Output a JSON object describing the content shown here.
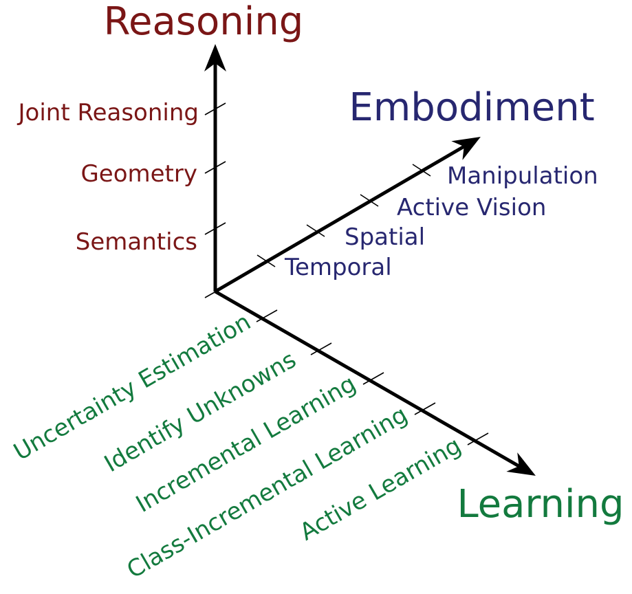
{
  "colors": {
    "reasoning": "#7a1616",
    "embodiment": "#272770",
    "learning": "#137a3e",
    "axis": "#000000"
  },
  "axes": {
    "reasoning": {
      "title": "Reasoning",
      "labels": [
        "Semantics",
        "Geometry",
        "Joint Reasoning"
      ]
    },
    "embodiment": {
      "title": "Embodiment",
      "labels": [
        "Temporal",
        "Spatial",
        "Active Vision",
        "Manipulation"
      ]
    },
    "learning": {
      "title": "Learning",
      "labels": [
        "Uncertainty Estimation",
        "Identify Unknowns",
        "Incremental Learning",
        "Class-Incremental Learning",
        "Active Learning"
      ]
    }
  }
}
